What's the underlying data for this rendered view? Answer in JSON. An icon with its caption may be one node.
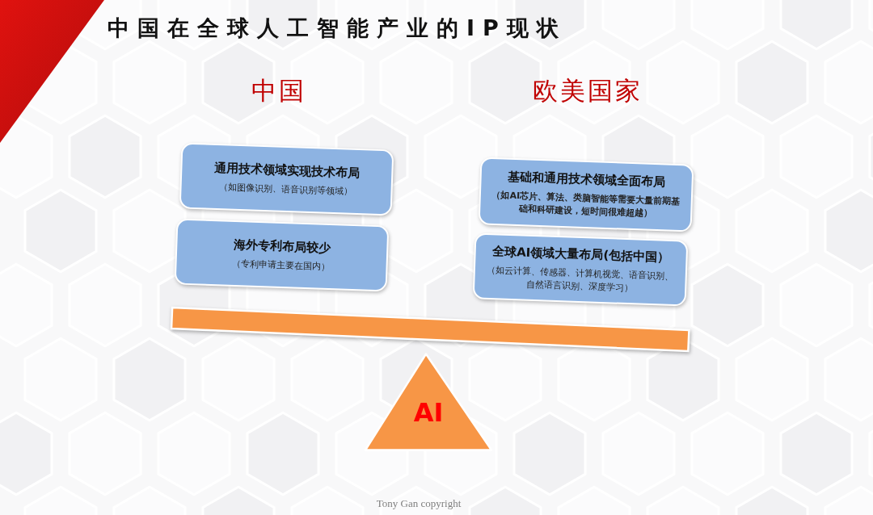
{
  "diagram": {
    "title": "中国在全球人工智能产业的IP现状",
    "nodes": [
      {
        "text": [
          "通用技术领域实现技术布局",
          "（如图像识别、语音识别等领域）"
        ]
      },
      {
        "text": [
          "海外专利布局较少",
          "（专利申请主要在国内）"
        ]
      },
      {
        "text": [
          "基础和通用技术领域全面布局",
          "（如AI芯片、算法、类脑智能等需要大量前期基础和科研建设，短时间很难超越）"
        ]
      },
      {
        "text": [
          "全球AI领域大量布局(包括中国）",
          "（如云计算、传感器、计算机视觉、语音识别、自然语言识别、深度学习）"
        ]
      },
      {
        "text": [],
        "shape": "bar"
      },
      {
        "text": [
          "AI"
        ]
      }
    ],
    "labels": [
      "中国",
      "欧美国家",
      "Tony Gan copyright"
    ]
  }
}
